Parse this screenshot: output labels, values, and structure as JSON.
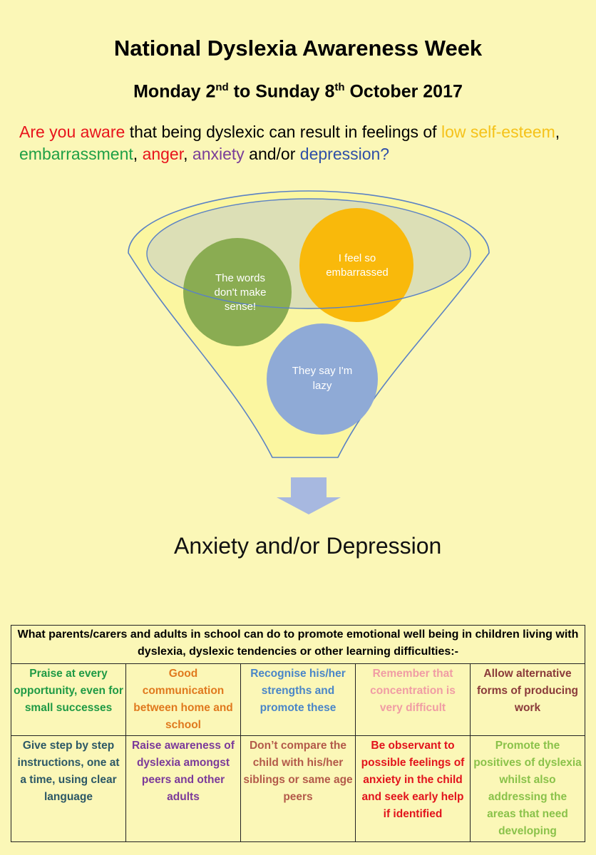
{
  "header": {
    "title": "National Dyslexia Awareness Week",
    "subtitle": {
      "part1": "Monday 2",
      "sup1": "nd",
      "part2": " to Sunday 8",
      "sup2": "th",
      "part3": " October 2017"
    }
  },
  "intro": {
    "lead": "Are you aware",
    "text1": " that being dyslexic  can result in feelings of ",
    "low_self_esteem": "low self-esteem",
    "comma1": ", ",
    "embarrassment": "embarrassment",
    "comma2": ", ",
    "anger": "anger",
    "comma3": ", ",
    "anxiety": "anxiety",
    "text2": " and/or  ",
    "depression": "depression?"
  },
  "funnel": {
    "circle_green": {
      "line1": "The words",
      "line2": "don't make",
      "line3": "sense!",
      "color": "#8aac52"
    },
    "circle_yellow": {
      "line1": "I feel so",
      "line2": "embarrassed",
      "color": "#f9b90b"
    },
    "circle_blue": {
      "line1": "They say I'm",
      "line2": "lazy",
      "color": "#8faad6"
    },
    "arrow_color": "#a7b8e0"
  },
  "outcome": "Anxiety and/or Depression",
  "tips_table": {
    "header": "What parents/carers and adults in school can do to promote emotional well being in children living with dyslexia, dyslexic tendencies or other learning difficulties:-",
    "row1": [
      {
        "text": "Praise at every opportunity, even for small successes",
        "color": "#1f9a45"
      },
      {
        "text": "Good communication between home and school",
        "color": "#e0791e"
      },
      {
        "text": "Recognise his/her strengths and promote these",
        "color": "#4a86c8"
      },
      {
        "text": "Remember that concentration is very difficult",
        "color": "#f09ca4"
      },
      {
        "text": "Allow alternative forms of producing work",
        "color": "#8a3a3a"
      }
    ],
    "row2": [
      {
        "text": "Give step by step instructions, one at a time, using clear language",
        "color": "#2c5866"
      },
      {
        "text": "Raise awareness of dyslexia amongst peers and other adults",
        "color": "#7b3a9a"
      },
      {
        "text": "Don’t compare the child with his/her siblings or same age peers",
        "color": "#b35a4a"
      },
      {
        "text": "Be observant to possible feelings of anxiety in the child and seek early help if identified",
        "color": "#e2131c"
      },
      {
        "text": "Promote the positives of dyslexia whilst also addressing the areas that need developing",
        "color": "#8ac24a"
      }
    ]
  }
}
